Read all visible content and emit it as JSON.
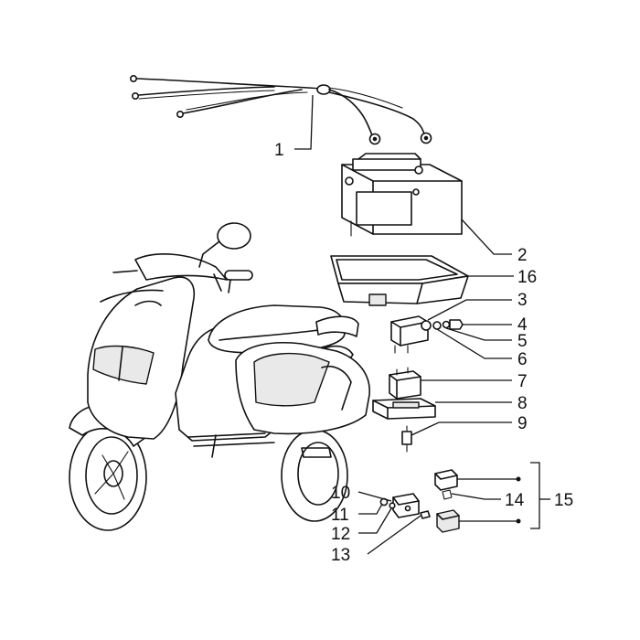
{
  "callouts": [
    {
      "id": "1",
      "text": "1"
    },
    {
      "id": "2",
      "text": "2"
    },
    {
      "id": "16",
      "text": "16"
    },
    {
      "id": "3",
      "text": "3"
    },
    {
      "id": "4",
      "text": "4"
    },
    {
      "id": "5",
      "text": "5"
    },
    {
      "id": "6",
      "text": "6"
    },
    {
      "id": "7",
      "text": "7"
    },
    {
      "id": "8",
      "text": "8"
    },
    {
      "id": "9",
      "text": "9"
    },
    {
      "id": "10",
      "text": "10"
    },
    {
      "id": "11",
      "text": "11"
    },
    {
      "id": "12",
      "text": "12"
    },
    {
      "id": "13",
      "text": "13"
    },
    {
      "id": "14",
      "text": "14"
    },
    {
      "id": "15",
      "text": "15"
    }
  ]
}
